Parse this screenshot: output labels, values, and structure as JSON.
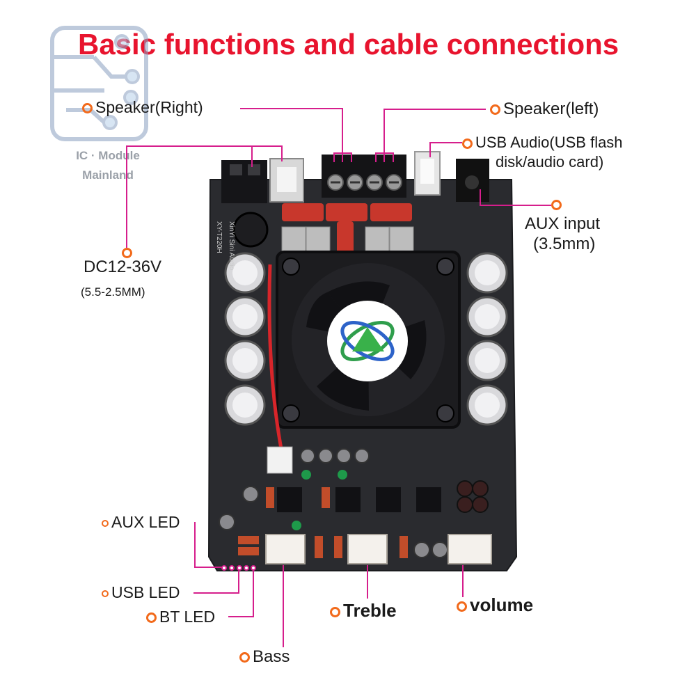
{
  "title": "Basic functions and cable connections",
  "logo": {
    "line1": "IC · Module",
    "line2": "Mainland"
  },
  "labels": {
    "speaker_right": "Speaker(Right)",
    "speaker_left": "Speaker(left)",
    "usb_audio_1": "USB Audio(USB flash",
    "usb_audio_2": "disk/audio card)",
    "aux_input_1": "AUX input",
    "aux_input_2": "(3.5mm)",
    "dc_1": "DC12-36V",
    "dc_2": "(5.5-2.5MM)",
    "aux_led": "AUX LED",
    "usb_led": "USB LED",
    "bt_led": "BT LED",
    "treble": "Treble",
    "volume": "volume",
    "bass": "Bass"
  },
  "board_markings": {
    "model": "XY-T220H",
    "brand": "XinYi Sini Audio"
  },
  "colors": {
    "title": "#e8142e",
    "leader": "#d61e8c",
    "marker": "#f26a1b",
    "board": "#2a2b2f"
  }
}
